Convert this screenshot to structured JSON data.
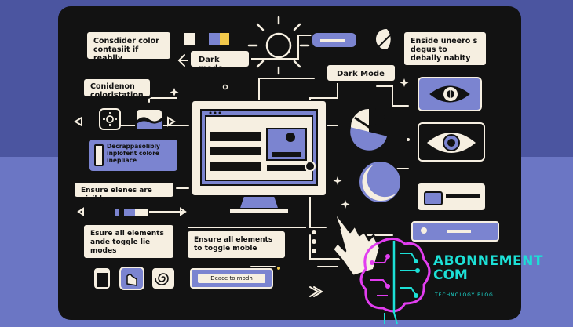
{
  "notes": {
    "top_left": "Consdider color contasiit if reablly",
    "dark_mode_small": "Dark mode",
    "top_right": "Enside uneero s degus to debally nabity",
    "dark_mode_center": "Dark Mode",
    "left_mid": "Conidenon coloristation",
    "left_phone": "Decrappasolibly inplofent colore inepliace",
    "ensure_visible": "Ensure elenes are visible",
    "ensure_toggle_left": "Esure all elements ande toggle lie modes",
    "ensure_toggle_center": "Ensure all elements to toggle moble",
    "button_pill": "Deace to modh"
  },
  "logo": {
    "title": "ABONNEMENT",
    "subtitle": "COM",
    "tagline": "TECHNOLOGY BLOG"
  },
  "colors": {
    "lavender": "#7b84d0",
    "cream": "#f6efe1",
    "ink": "#121212",
    "logo_teal": "#1ce0d6",
    "logo_magenta": "#e23df0"
  },
  "icons": [
    "sun-icon",
    "moon-icon",
    "eye-icon",
    "crescent-icon",
    "hand-cursor-icon",
    "spiral-icon",
    "phone-icon",
    "monitor-icon",
    "brain-logo-icon"
  ]
}
